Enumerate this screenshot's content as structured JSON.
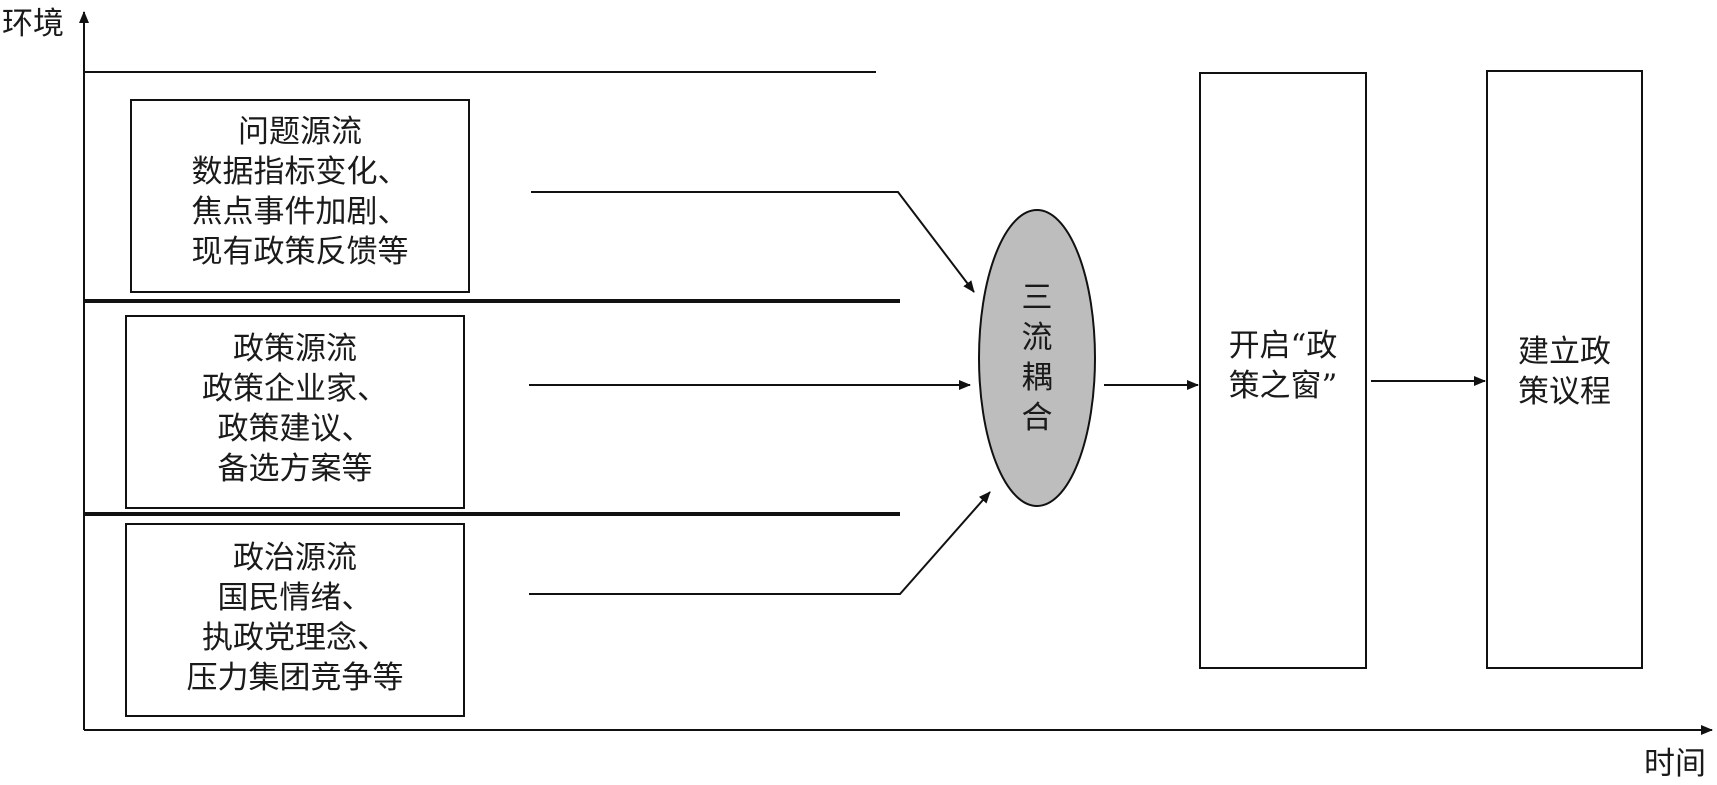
{
  "axes": {
    "y_label": "环境",
    "x_label": "时间"
  },
  "streams": [
    {
      "title": "问题源流",
      "lines": [
        "数据指标变化、",
        "焦点事件加剧、",
        "现有政策反馈等"
      ]
    },
    {
      "title": "政策源流",
      "lines": [
        "政策企业家、",
        "政策建议、",
        "备选方案等"
      ]
    },
    {
      "title": "政治源流",
      "lines": [
        "国民情绪、",
        "执政党理念、",
        "压力集团竞争等"
      ]
    }
  ],
  "coupling": {
    "label": "三流耦合",
    "chars": [
      "三",
      "流",
      "耦",
      "合"
    ],
    "fill": "#bdbdbd"
  },
  "window": {
    "lines": [
      "开启“政",
      "策之窗”"
    ]
  },
  "agenda": {
    "lines": [
      "建立政",
      "策议程"
    ]
  }
}
